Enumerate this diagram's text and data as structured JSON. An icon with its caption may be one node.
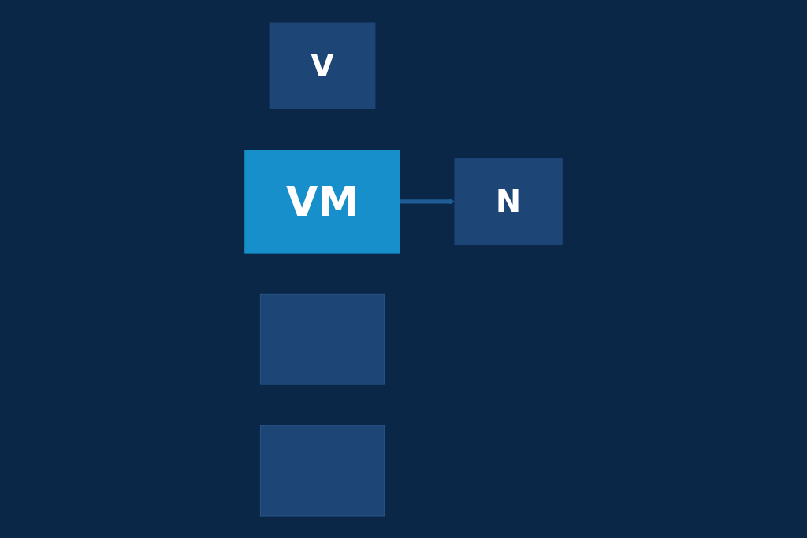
{
  "diagram": {
    "nodes": [
      {
        "text": [
          "V"
        ]
      },
      {
        "text": [
          "VM"
        ]
      },
      {
        "text": [
          "N"
        ]
      },
      {
        "text": [],
        "shape": "box"
      },
      {
        "text": [],
        "shape": "box"
      }
    ],
    "edges": [
      {
        "from": 1,
        "to": 2,
        "arrow": "to"
      }
    ]
  }
}
